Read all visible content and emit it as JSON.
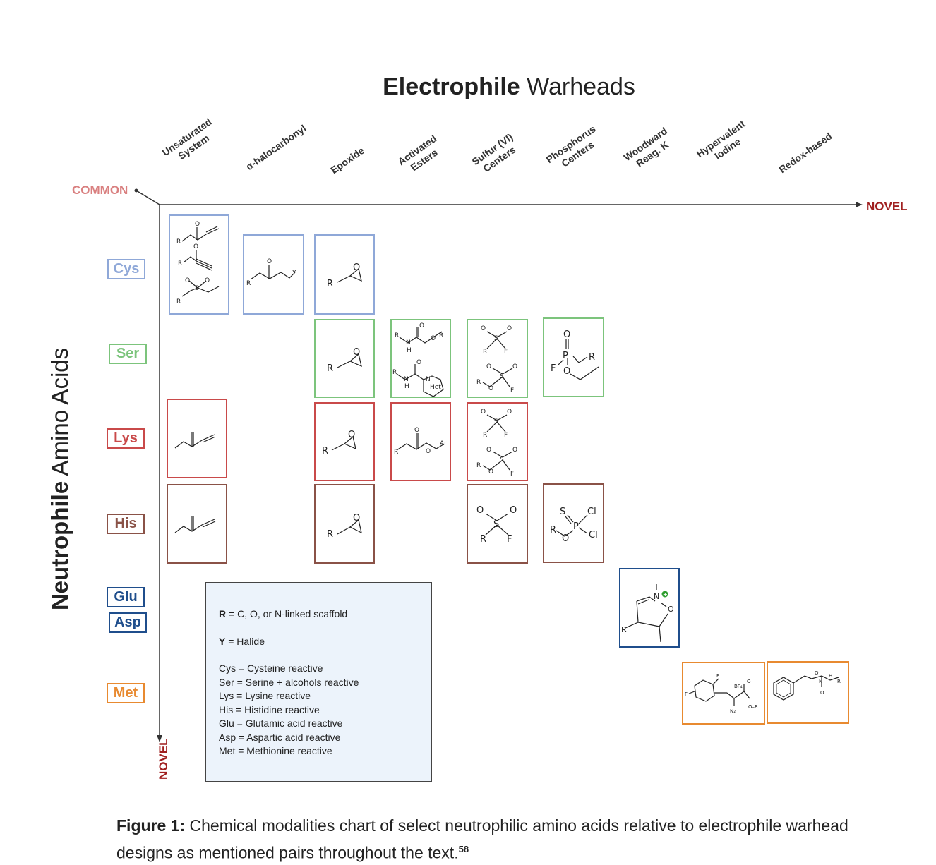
{
  "title": {
    "bold": "Electrophile",
    "rest": "Warheads"
  },
  "y_axis": {
    "bold": "Neutrophile",
    "rest": "Amino Acids"
  },
  "axis_labels": {
    "common": "COMMON",
    "novel_x": "NOVEL",
    "novel_y": "NOVEL"
  },
  "columns": [
    {
      "l1": "Unsaturated",
      "l2": "System"
    },
    {
      "l1": "α-halocarbonyl",
      "l2": ""
    },
    {
      "l1": "Epoxide",
      "l2": ""
    },
    {
      "l1": "Activated",
      "l2": "Esters"
    },
    {
      "l1": "Sulfur (VI)",
      "l2": "Centers"
    },
    {
      "l1": "Phosphorus",
      "l2": "Centers"
    },
    {
      "l1": "Woodward",
      "l2": "Reag. K"
    },
    {
      "l1": "Hypervalent",
      "l2": "Iodine"
    },
    {
      "l1": "Redox-based",
      "l2": ""
    }
  ],
  "rows": [
    {
      "label": "Cys",
      "color": "#8fa8d8"
    },
    {
      "label": "Ser",
      "color": "#7cc47c"
    },
    {
      "label": "Lys",
      "color": "#c94a4a"
    },
    {
      "label": "His",
      "color": "#8a5247"
    },
    {
      "label": "Glu",
      "color": "#1f4e8c"
    },
    {
      "label": "Asp",
      "color": "#1f4e8c"
    },
    {
      "label": "Met",
      "color": "#e88a30"
    }
  ],
  "legend": {
    "r_key": "R",
    "r_text": " = C, O, or N-linked scaffold",
    "y_key": "Y",
    "y_text": " = Halide",
    "lines": [
      "Cys = Cysteine reactive",
      "Ser =  Serine + alcohols reactive",
      "Lys = Lysine reactive",
      "His = Histidine reactive",
      "Glu = Glutamic acid reactive",
      "Asp = Aspartic acid reactive",
      "Met = Methionine reactive"
    ]
  },
  "caption": {
    "bold": "Figure 1:",
    "text": " Chemical modalities chart of select neutrophilic amino acids relative to electrophile warhead designs as mentioned pairs throughout the text.",
    "ref": "58"
  },
  "chem_labels": {
    "R": "R",
    "Y": "Y",
    "O": "O",
    "S": "S",
    "F": "F",
    "N": "N",
    "H": "H",
    "P": "P",
    "Cl": "Cl",
    "Ar": "Ar",
    "Het": "Het",
    "BF4": "BF₄",
    "N2": "N₂",
    "O_R": "O–R"
  }
}
